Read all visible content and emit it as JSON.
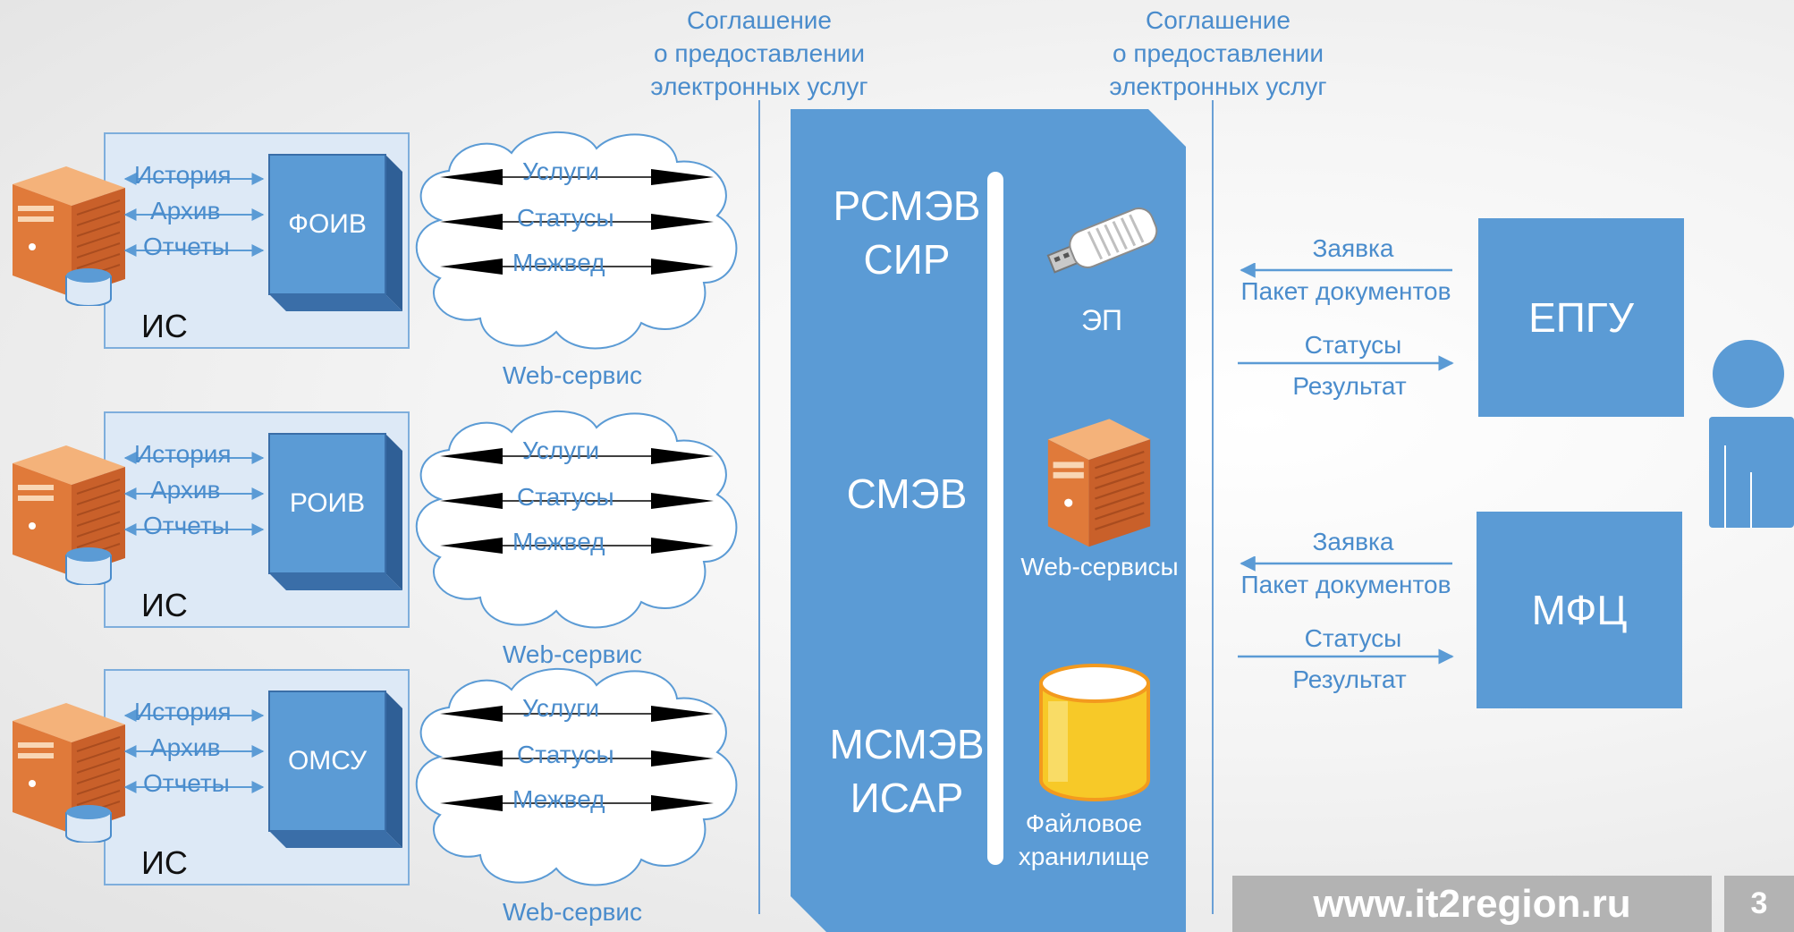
{
  "agreement": {
    "left": [
      "Соглашение",
      "о предоставлении",
      "электронных услуг"
    ],
    "right": [
      "Соглашение",
      "о предоставлении",
      "электронных услуг"
    ]
  },
  "is_blocks": [
    {
      "label": "ИС",
      "agency": "ФОИВ",
      "arrows": [
        "История",
        "Архив",
        "Отчеты"
      ],
      "cloud": [
        "Услуги",
        "Статусы",
        "Межвед"
      ],
      "webservice": "Web-сервис"
    },
    {
      "label": "ИС",
      "agency": "РОИВ",
      "arrows": [
        "История",
        "Архив",
        "Отчеты"
      ],
      "cloud": [
        "Услуги",
        "Статусы",
        "Межвед"
      ],
      "webservice": "Web-сервис"
    },
    {
      "label": "ИС",
      "agency": "ОМСУ",
      "arrows": [
        "История",
        "Архив",
        "Отчеты"
      ],
      "cloud": [
        "Услуги",
        "Статусы",
        "Межвед"
      ],
      "webservice": "Web-сервис"
    }
  ],
  "central": {
    "top": [
      "РСМЭВ",
      "СИР"
    ],
    "middle": "СМЭВ",
    "bottom": [
      "МСМЭВ",
      "ИСАР"
    ],
    "ep": "ЭП",
    "web_services": "Web-сервисы",
    "storage": [
      "Файловое",
      "хранилище"
    ]
  },
  "portals": [
    {
      "name": "ЕПГУ",
      "in": [
        "Заявка",
        "Пакет документов"
      ],
      "out": [
        "Статусы",
        "Результат"
      ]
    },
    {
      "name": "МФЦ",
      "in": [
        "Заявка",
        "Пакет документов"
      ],
      "out": [
        "Статусы",
        "Результат"
      ]
    }
  ],
  "footer": {
    "url": "www.it2region.ru",
    "page": "3"
  },
  "colors": {
    "primary_blue": "#5b9bd5",
    "text_blue": "#4a8ccc",
    "server_orange": "#e8894a",
    "storage_yellow": "#f7c928"
  }
}
